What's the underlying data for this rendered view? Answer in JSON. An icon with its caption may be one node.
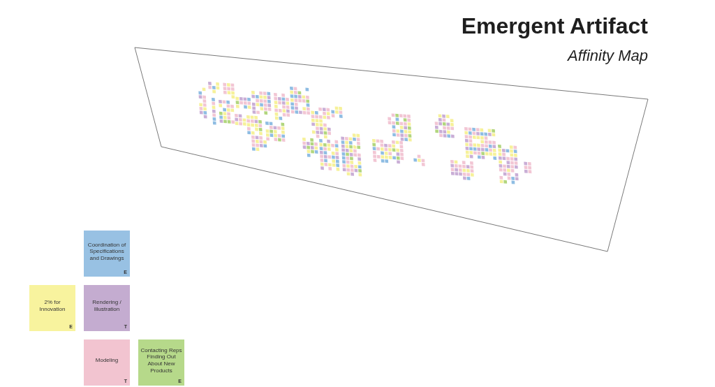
{
  "diagram": {
    "title": "Emergent Artifact",
    "labels": [
      "Affinity Map"
    ],
    "nodes": [
      {
        "text": [
          "Coordination of Specifications and Drawings",
          "E"
        ]
      },
      {
        "text": [
          "2% for Innovation",
          "E"
        ]
      },
      {
        "text": [
          "Rendering / Illustration",
          "T"
        ]
      },
      {
        "text": [
          "Modeling",
          "T"
        ]
      },
      {
        "text": [
          "Contacting Reps Finding Out About New Products",
          "E"
        ]
      }
    ]
  }
}
